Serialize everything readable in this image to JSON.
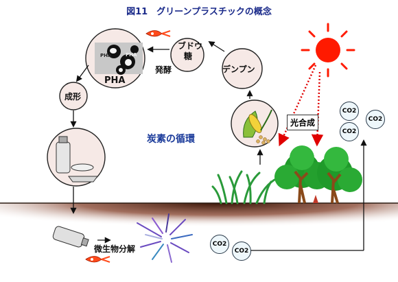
{
  "title": "図11　グリーンプラスチックの概念",
  "labels": {
    "budo": "ブドウ糖",
    "budo_1": "ブドウ",
    "budo_2": "糖",
    "denpun": "デンプン",
    "pha": "PHA",
    "pha_small": "PHA",
    "pha_small2": "PHA",
    "hakko": "発酵",
    "seikei": "成形",
    "koseisei": "光合成",
    "junkan": "炭素の循環",
    "biseibutsu": "微生物分解",
    "co2": "CO2"
  },
  "colors": {
    "title": "#1a2a8a",
    "cycle_text": "#1a3a9a",
    "circle_fill": "#f6e9e6",
    "circle_stroke": "#222222",
    "soil_top": "#5a2a1a",
    "soil_bottom": "#ffffff",
    "sun": "#ff1a00",
    "ray": "#e00000",
    "tree": "#1f9a2a",
    "trunk": "#8a4a1a",
    "grass": "#2a9a3a",
    "microbe": "#ff4a1a",
    "burst": "#5a3ab0"
  },
  "icons": [
    "sun-icon",
    "microbe-icon",
    "tree-icon",
    "grass-icon",
    "corn-icon",
    "bottle-icon",
    "plate-icon",
    "degradation-burst-icon",
    "arrow-icon"
  ]
}
